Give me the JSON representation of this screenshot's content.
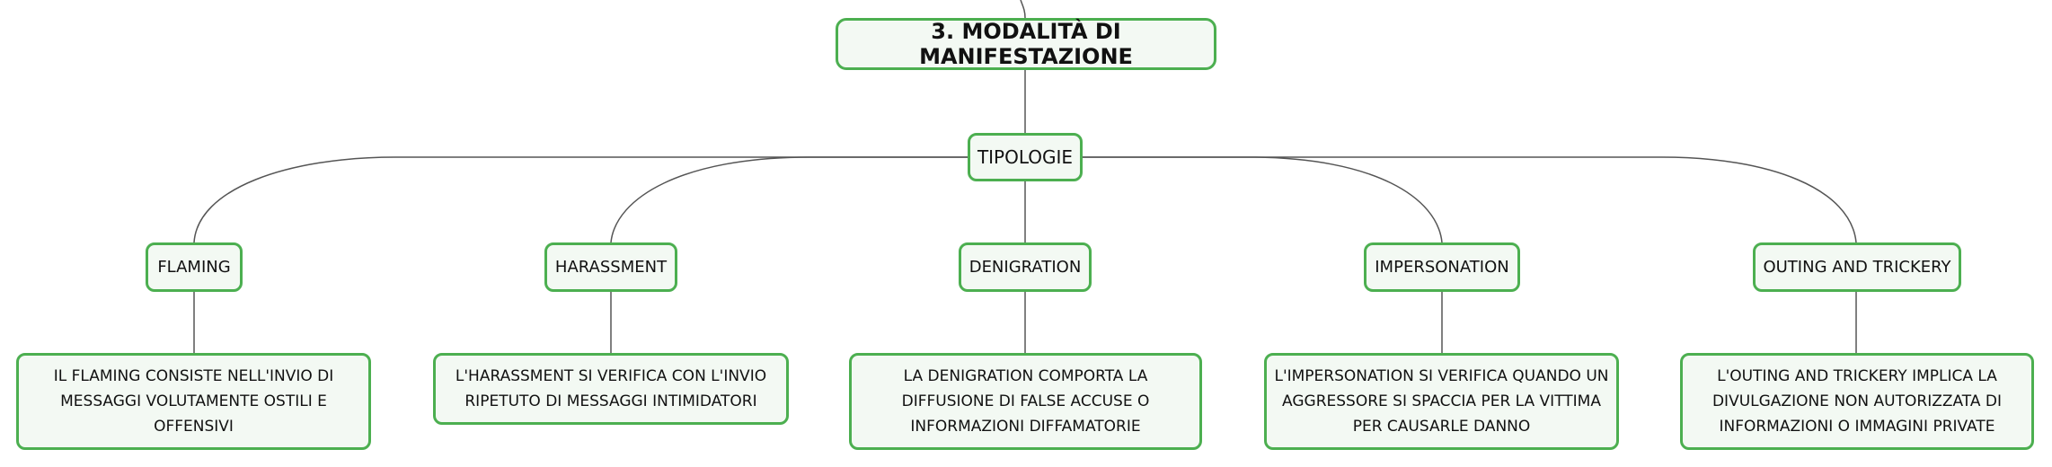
{
  "root": {
    "label": "3. MODALITÀ DI MANIFESTAZIONE"
  },
  "hub": {
    "label": "TIPOLOGIE"
  },
  "categories": [
    {
      "label": "FLAMING",
      "description": "IL FLAMING CONSISTE NELL'INVIO DI MESSAGGI VOLUTAMENTE OSTILI E OFFENSIVI"
    },
    {
      "label": "HARASSMENT",
      "description": "L'HARASSMENT SI VERIFICA CON L'INVIO RIPETUTO DI MESSAGGI INTIMIDATORI"
    },
    {
      "label": "DENIGRATION",
      "description": "LA DENIGRATION COMPORTA LA DIFFUSIONE DI FALSE ACCUSE O INFORMAZIONI DIFFAMATORIE"
    },
    {
      "label": "IMPERSONATION",
      "description": "L'IMPERSONATION SI VERIFICA QUANDO UN AGGRESSORE SI SPACCIA PER LA VITTIMA PER CAUSARLE DANNO"
    },
    {
      "label": "OUTING AND TRICKERY",
      "description": "L'OUTING AND TRICKERY IMPLICA LA DIVULGAZIONE NON AUTORIZZATA DI INFORMAZIONI O IMMAGINI PRIVATE"
    }
  ],
  "colors": {
    "border": "#4caf50",
    "fill": "#f3f9f3",
    "line": "#555555"
  }
}
